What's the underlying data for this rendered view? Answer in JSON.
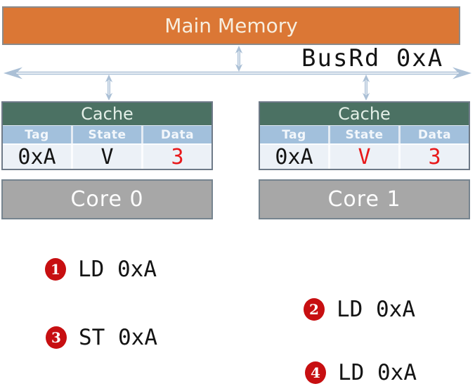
{
  "main_memory": {
    "label": "Main Memory"
  },
  "bus": {
    "label": "BusRd 0xA"
  },
  "cache0": {
    "title": "Cache",
    "headers": [
      "Tag",
      "State",
      "Data"
    ],
    "row": {
      "tag": "0xA",
      "state": "V",
      "data": "3"
    }
  },
  "cache1": {
    "title": "Cache",
    "headers": [
      "Tag",
      "State",
      "Data"
    ],
    "row": {
      "tag": "0xA",
      "state": "V",
      "data": "3"
    }
  },
  "cores": [
    {
      "label": "Core 0"
    },
    {
      "label": "Core 1"
    }
  ],
  "operations": [
    {
      "num": "1",
      "text": "LD 0xA"
    },
    {
      "num": "2",
      "text": "LD 0xA"
    },
    {
      "num": "3",
      "text": "ST 0xA"
    },
    {
      "num": "4",
      "text": "LD 0xA"
    }
  ],
  "icons": {
    "bus": "horizontal-double-arrow",
    "memory_bus_link": "vertical-double-arrow",
    "cache_bus_links": "vertical-double-arrow"
  },
  "colors": {
    "memory_fill": "#DB7735",
    "memory_border": "#8B8B8B",
    "cache_header_green": "#4B7163",
    "table_header_blue": "#A2C0DC",
    "table_row_bg": "#ECF1F7",
    "cache_border": "#6E7A88",
    "core_gray": "#A7A7A7",
    "core_border": "#76848F",
    "highlight_red": "#E8191B",
    "badge_red": "#C70F11",
    "arrow_blue": "#ABC0D6"
  }
}
